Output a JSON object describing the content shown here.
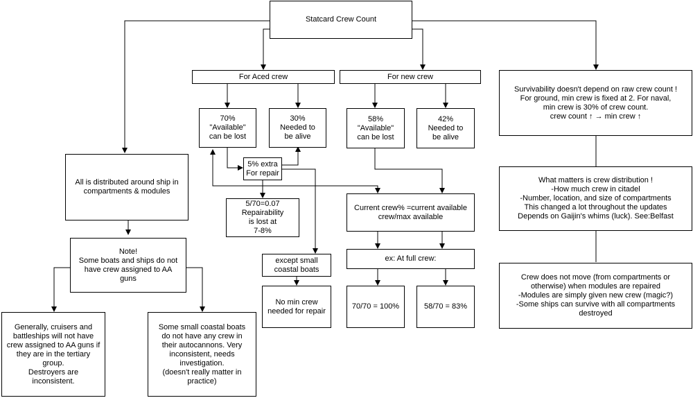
{
  "colors": {
    "line": "#000000",
    "box_border": "#000000",
    "box_fill": "#ffffff",
    "background": "#ffffff"
  },
  "nodes": {
    "root": "Statcard Crew Count",
    "aced": "For Aced crew",
    "new": "For new crew",
    "survivability": "Survivability doesn't depend on raw crew count !\nFor ground, min crew is fixed at 2. For naval,\nmin crew is 30% of crew count.\ncrew count ↑  →  min crew ↑",
    "distributed": "All is distributed around ship in\ncompartments & modules",
    "aced_available": "70%\n\"Available\"\ncan be lost",
    "aced_needed": "30%\nNeeded to\nbe alive",
    "new_available": "58%\n\"Available\"\ncan be lost",
    "new_needed": "42%\nNeeded to\nbe alive",
    "extra_repair": "5% extra\nFor repair",
    "repairability": "5/70=0.07\nRepairability\nis lost at\n7-8%",
    "current_crew": "Current crew% =current available\ncrew/max available",
    "distribution": "What matters is crew distribution !\n-How much crew in citadel\n-Number, location, and size of compartments\nThis changed a lot throughout the updates\nDepends on Gaijin's whims (luck). See:Belfast",
    "note": "Note!\nSome boats and ships do not\nhave crew assigned to AA\nguns",
    "except_small": "except small\ncoastal boats",
    "full_crew": "ex: At full crew:",
    "no_min_crew": "No min crew\nneeded for repair",
    "full_aced": "70/70 = 100%",
    "full_new": "58/70 = 83%",
    "crew_not_move": "Crew does not move (from compartments or\notherwise) when modules are repaired\n-Modules are simply given new crew (magic?)\n-Some ships can survive with all compartments\ndestroyed",
    "cruisers": "Generally, cruisers and\nbattleships will not have\ncrew assigned to AA guns if\nthey are in the tertiary\ngroup.\nDestroyers are\ninconsistent.",
    "coastal": "Some small coastal boats\ndo not have any crew in\ntheir autocannons. Very\ninconsistent, needs\ninvestigation.\n(doesn't really matter in\npractice)"
  }
}
